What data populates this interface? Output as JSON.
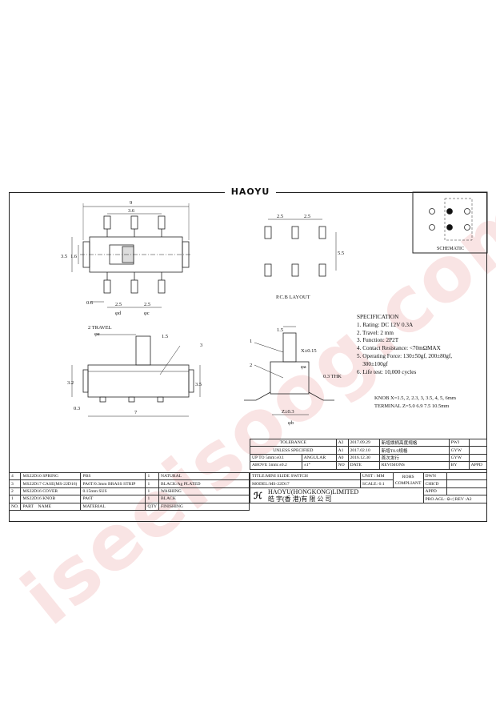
{
  "header": {
    "logo": "HAOYU"
  },
  "dims": {
    "d9": "9",
    "d36": "3.6",
    "d35": "3.5",
    "d16": "1.6",
    "d06": "0.6",
    "d25a": "2.5",
    "d25b": "2.5",
    "phid": "φd",
    "phic": "φc",
    "pcb25a": "2.5",
    "pcb25b": "2.5",
    "pcb55": "5.5",
    "travel": "2 TRAVEL",
    "phie": "φe",
    "d15": "1.5",
    "d3": "3",
    "d32": "3.2",
    "d35b": "3.5",
    "d03": "0.3",
    "d7": "7",
    "r15": "1.5",
    "r1": "1",
    "r2": "2",
    "x015": "X±0.15",
    "phia": "φa",
    "thk": "0.3 THK",
    "z03": "Z±0.3",
    "phib": "φb"
  },
  "pcb_layout_label": "P.C.B LAYOUT",
  "schematic_label": "SCHEMATIC",
  "spec": {
    "title": "SPECIFICATION",
    "items": [
      "1. Rating: DC 12V 0.3A",
      "2. Travel: 2 mm",
      "3. Function: 2P2T",
      "4. Contact Resistance: <70mΩMAX",
      "5. Operating Force: 130±50gf, 200±80gf,",
      "    300±100gf",
      "6. Life test: 10,000 cycles"
    ]
  },
  "knob": {
    "x_line": "KNOB X=1.5, 2, 2.3, 3, 3.5, 4, 5, 6mm",
    "z_line": "TERMINAL Z=5.0 6.9 7.5 10.5mm"
  },
  "parts": {
    "rows": [
      [
        "4",
        "MS22D10 SPRING",
        "PBS",
        "1",
        "NATURAL"
      ],
      [
        "3",
        "MS22D17 CASE(MS-22D16)",
        "PA6T/0.3mm BRASS STRIP",
        "1",
        "BLACK/Ag PLATED"
      ],
      [
        "2",
        "MS22D16 COVER",
        "0.15mm SUS",
        "1",
        "WASHING"
      ],
      [
        "1",
        "MS22D16 KNOB",
        "PA6T",
        "1",
        "BLACK"
      ]
    ],
    "headers": [
      "NO.",
      "PART",
      "NAME",
      "MATERIAL",
      "QTY",
      "FINISHING"
    ]
  },
  "tolerance": {
    "title": "TOLERANCE",
    "unless": "UNLESS SPECIFIED",
    "up": "UP TO 5mm:±0.1",
    "angular": "ANGULAR",
    "above": "ABOVE 5mm:±0.2",
    "deg": "±1°"
  },
  "revisions": {
    "rows": [
      [
        "A2",
        "2017.09.29",
        "新增拨柄高度规格",
        "PWJ"
      ],
      [
        "A1",
        "2017.02.10",
        "新增T0.9规格",
        "GYW"
      ],
      [
        "A0",
        "2016.12.30",
        "首次发行",
        "GYW"
      ]
    ],
    "headers": [
      "NO",
      "DATE",
      "REVISIONS",
      "BY",
      "APPD"
    ]
  },
  "title_block": {
    "title": "TITLE:MINI SLIDE SWITCH",
    "unit": "UNIT : MM",
    "rohs": "ROHS",
    "compliant": "COMPLIANT",
    "dwn": "DWN",
    "model": "MODEL:MS-22D17",
    "scale": "SCALE: 6:1",
    "chkd": "CHK'D",
    "company": "HAOYU(HONGKONG)LIMITED",
    "company_cn": "皓 宇(香 港)有 限 公 司",
    "appd": "APPD",
    "proagl": "PRO.AGL:",
    "rev": "REV :A2"
  },
  "watermark": "iseeisoog.com"
}
